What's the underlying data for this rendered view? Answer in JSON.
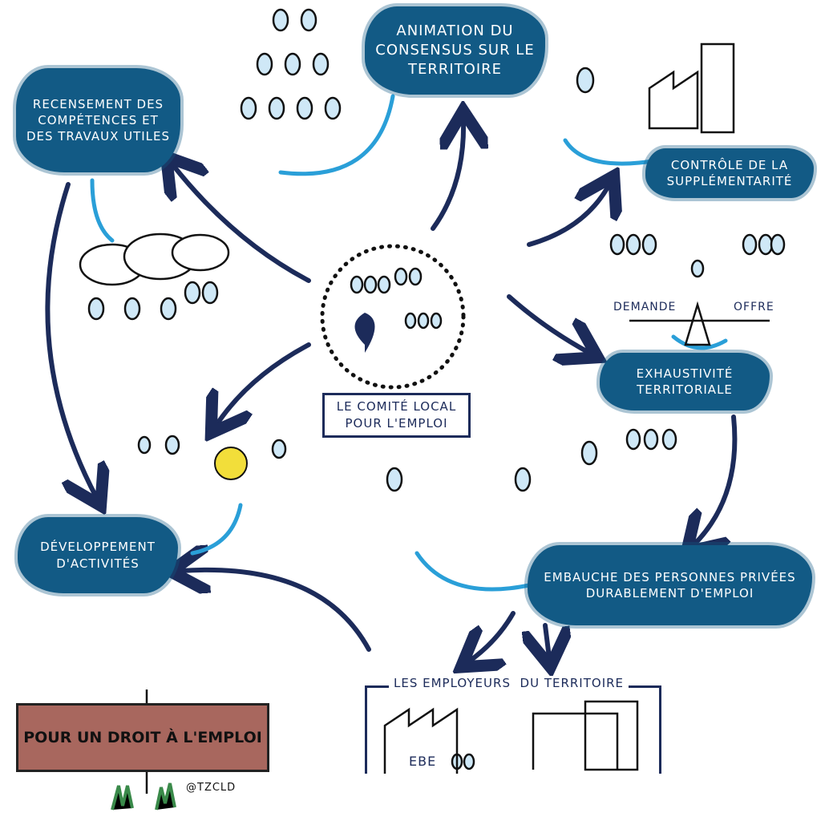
{
  "center": {
    "line1": "Le comité local",
    "line2": "pour l'emploi"
  },
  "nodes": {
    "animation": "Animation du consensus sur le territoire",
    "recensement": "Recensement des compétences et des travaux utiles",
    "controle": "Contrôle de la supplémentarité",
    "exhaustivite": "Exhaustivité territoriale",
    "developpement": "Développement d'activités",
    "embauche": "Embauche des personnes privées durablement d'emploi"
  },
  "balance": {
    "left": "Demande",
    "right": "Offre"
  },
  "employers": {
    "title_left": "Les employeurs",
    "title_right": "du territoire",
    "ebe": "EBE"
  },
  "sign": {
    "text": "Pour un droit à l'emploi"
  },
  "credit": "@TZCLD",
  "colors": {
    "blob": "#125a85",
    "arrow": "#1c2b5a",
    "sign": "#a8675e",
    "accent": "#2a9fd8"
  }
}
